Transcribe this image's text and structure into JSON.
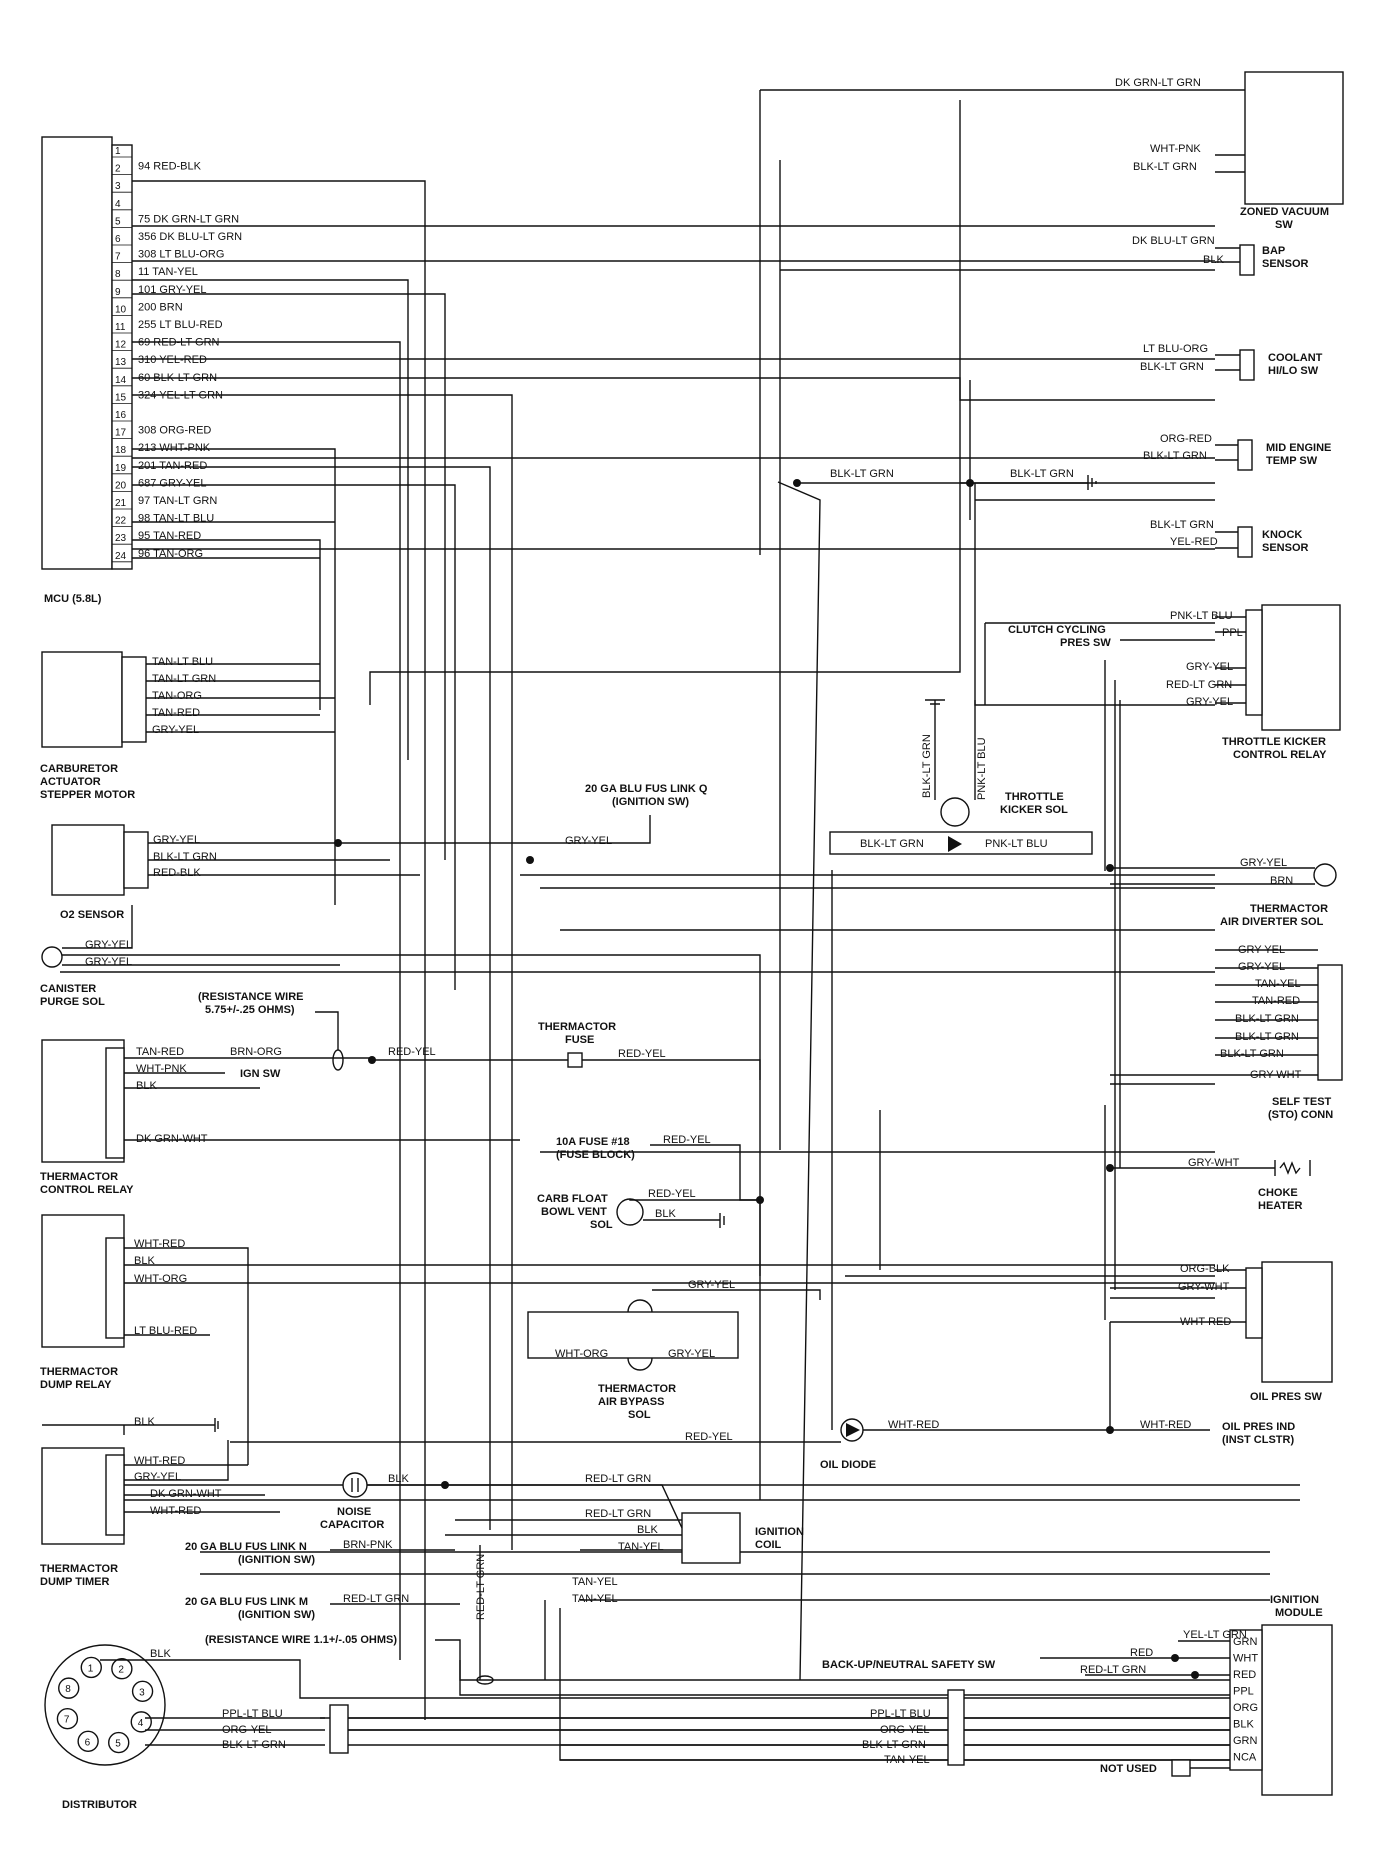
{
  "mcu": {
    "label": "MCU (5.8L)",
    "pins": [
      "1",
      "2",
      "3",
      "4",
      "5",
      "6",
      "7",
      "8",
      "9",
      "10",
      "11",
      "12",
      "13",
      "14",
      "15",
      "16",
      "17",
      "18",
      "19",
      "20",
      "21",
      "22",
      "23",
      "24"
    ],
    "wires": [
      {
        "pin": 2,
        "label": "94 RED-BLK"
      },
      {
        "pin": 5,
        "label": "75 DK GRN-LT GRN"
      },
      {
        "pin": 6,
        "label": "356 DK BLU-LT GRN"
      },
      {
        "pin": 7,
        "label": "308 LT BLU-ORG"
      },
      {
        "pin": 8,
        "label": "11 TAN-YEL"
      },
      {
        "pin": 9,
        "label": "101 GRY-YEL"
      },
      {
        "pin": 10,
        "label": "200 BRN"
      },
      {
        "pin": 11,
        "label": "255 LT BLU-RED"
      },
      {
        "pin": 12,
        "label": "69 RED-LT GRN"
      },
      {
        "pin": 13,
        "label": "310 YEL-RED"
      },
      {
        "pin": 14,
        "label": "60 BLK-LT GRN"
      },
      {
        "pin": 15,
        "label": "324 YEL-LT GRN"
      },
      {
        "pin": 17,
        "label": "308 ORG-RED"
      },
      {
        "pin": 18,
        "label": "213 WHT-PNK"
      },
      {
        "pin": 19,
        "label": "201 TAN-RED"
      },
      {
        "pin": 20,
        "label": "687 GRY-YEL"
      },
      {
        "pin": 21,
        "label": "97 TAN-LT GRN"
      },
      {
        "pin": 22,
        "label": "98 TAN-LT BLU"
      },
      {
        "pin": 23,
        "label": "95 TAN-RED"
      },
      {
        "pin": 24,
        "label": "96 TAN-ORG"
      }
    ]
  },
  "components": {
    "zoned_vacuum": {
      "name": [
        "ZONED VACUUM",
        "SW"
      ],
      "wires": [
        "DK GRN-LT GRN",
        "WHT-PNK",
        "BLK-LT GRN"
      ]
    },
    "bap": {
      "name": [
        "BAP",
        "SENSOR"
      ],
      "wires": [
        "DK BLU-LT GRN",
        "BLK"
      ]
    },
    "coolant": {
      "name": [
        "COOLANT",
        "HI/LO SW"
      ],
      "wires": [
        "LT BLU-ORG",
        "BLK-LT GRN"
      ]
    },
    "mid_engine": {
      "name": [
        "MID ENGINE",
        "TEMP SW"
      ],
      "wires": [
        "ORG-RED",
        "BLK-LT GRN"
      ]
    },
    "ground_splice": {
      "wires": [
        "BLK-LT GRN",
        "BLK-LT GRN"
      ]
    },
    "knock": {
      "name": [
        "KNOCK",
        "SENSOR"
      ],
      "wires": [
        "BLK-LT GRN",
        "YEL-RED"
      ]
    },
    "throttle_kicker_relay": {
      "name": [
        "THROTTLE KICKER",
        "CONTROL RELAY"
      ],
      "wires": [
        "PNK-LT BLU",
        "PPL",
        "GRY-YEL",
        "RED-LT GRN",
        "GRY-YEL"
      ]
    },
    "clutch_cycling": {
      "name": [
        "CLUTCH CYCLING",
        "PRES SW"
      ]
    },
    "throttle_kicker_sol": {
      "name": [
        "THROTTLE",
        "KICKER SOL"
      ],
      "wires": [
        "BLK-LT GRN",
        "PNK-LT BLU",
        "BLK-LT GRN",
        "PNK-LT BLU"
      ]
    },
    "carb_actuator": {
      "name": [
        "CARBURETOR",
        "ACTUATOR",
        "STEPPER MOTOR"
      ],
      "wires": [
        "TAN-LT BLU",
        "TAN-LT GRN",
        "TAN-ORG",
        "TAN-RED",
        "GRY-YEL"
      ]
    },
    "fus_link_q": {
      "name": [
        "20 GA BLU FUS LINK Q",
        "(IGNITION SW)"
      ],
      "wire": "GRY-YEL"
    },
    "o2_sensor": {
      "name": [
        "O2 SENSOR"
      ],
      "wires": [
        "GRY-YEL",
        "BLK-LT GRN",
        "RED-BLK"
      ]
    },
    "thermactor_diverter": {
      "name": [
        "THERMACTOR",
        "AIR DIVERTER SOL"
      ],
      "wires": [
        "GRY-YEL",
        "BRN"
      ]
    },
    "canister": {
      "name": [
        "CANISTER",
        "PURGE SOL"
      ],
      "wires": [
        "GRY-YEL",
        "GRY-YEL"
      ]
    },
    "self_test": {
      "name": [
        "SELF TEST",
        "(STO) CONN"
      ],
      "wires": [
        "GRY-YEL",
        "GRY-YEL",
        "TAN-YEL",
        "TAN-RED",
        "BLK-LT GRN",
        "BLK-LT GRN",
        "BLK-LT GRN",
        "GRY-WHT"
      ]
    },
    "resistance_wire_1": {
      "name": [
        "(RESISTANCE WIRE",
        "5.75+/-.25 OHMS)"
      ]
    },
    "thermactor_fuse": {
      "name": [
        "THERMACTOR",
        "FUSE"
      ],
      "wire": "RED-YEL"
    },
    "thermactor_control": {
      "name": [
        "THERMACTOR",
        "CONTROL RELAY"
      ],
      "wires": [
        "TAN-RED",
        "WHT-PNK",
        "BLK",
        "DK GRN-WHT",
        "BRN-ORG",
        "RED-YEL"
      ],
      "ign_sw": "IGN SW"
    },
    "fuse_18": {
      "name": [
        "10A FUSE #18",
        "(FUSE BLOCK)"
      ],
      "wire": "RED-YEL"
    },
    "carb_float": {
      "name": [
        "CARB FLOAT",
        "BOWL VENT",
        "SOL"
      ],
      "wires": [
        "RED-YEL",
        "BLK"
      ]
    },
    "choke": {
      "name": [
        "CHOKE",
        "HEATER"
      ],
      "wire": "GRY-WHT"
    },
    "thermactor_dump_relay": {
      "name": [
        "THERMACTOR",
        "DUMP RELAY"
      ],
      "wires": [
        "WHT-RED",
        "BLK",
        "WHT-ORG",
        "LT BLU-RED"
      ]
    },
    "air_bypass": {
      "name": [
        "THERMACTOR",
        "AIR BYPASS",
        "SOL"
      ],
      "wires": [
        "GRY-YEL",
        "WHT-ORG",
        "GRY-YEL"
      ]
    },
    "oil_pres": {
      "name": [
        "OIL PRES SW"
      ],
      "wires": [
        "ORG-BLK",
        "GRY-WHT",
        "WHT-RED"
      ]
    },
    "oil_diode": {
      "name": [
        "OIL DIODE"
      ],
      "wires": [
        "RED-YEL",
        "WHT-RED"
      ]
    },
    "oil_ind": {
      "name": [
        "OIL PRES IND",
        "(INST CLSTR)"
      ],
      "wire": "WHT-RED"
    },
    "dump_timer": {
      "name": [
        "THERMACTOR",
        "DUMP TIMER"
      ],
      "wires": [
        "BLK",
        "WHT-RED",
        "GRY-YEL",
        "DK GRN-WHT",
        "WHT-RED"
      ]
    },
    "noise_cap": {
      "name": [
        "NOISE",
        "CAPACITOR"
      ],
      "wire": "BLK"
    },
    "ignition_coil": {
      "name": [
        "IGNITION",
        "COIL"
      ],
      "wires": [
        "RED-LT GRN",
        "RED-LT GRN",
        "BLK",
        "TAN-YEL"
      ]
    },
    "fus_link_n": {
      "name": [
        "20 GA BLU FUS LINK N",
        "(IGNITION SW)"
      ],
      "wire": "BRN-PNK"
    },
    "fus_link_m": {
      "name": [
        "20 GA BLU FUS LINK M",
        "(IGNITION SW)"
      ],
      "wire": "RED-LT GRN"
    },
    "vertical_labels": {
      "red_lt_grn": "RED-LT GRN",
      "tan_yel_1": "TAN-YEL",
      "tan_yel_2": "TAN-YEL"
    },
    "resistance_wire_2": {
      "name": [
        "(RESISTANCE WIRE 1.1+/-.05 OHMS)"
      ]
    },
    "ignition_module": {
      "name": [
        "IGNITION",
        "MODULE"
      ],
      "pins": [
        "GRN",
        "WHT",
        "RED",
        "PPL",
        "ORG",
        "BLK",
        "GRN",
        "NCA"
      ],
      "yel_lt_grn": "YEL-LT GRN"
    },
    "backup_sw": {
      "name": [
        "BACK-UP/NEUTRAL SAFETY SW"
      ],
      "wires": [
        "RED",
        "RED-LT GRN"
      ]
    },
    "distributor": {
      "name": [
        "DISTRIBUTOR"
      ],
      "pins": [
        "1",
        "2",
        "3",
        "4",
        "5",
        "6",
        "7",
        "8"
      ],
      "wires": [
        "BLK",
        "PPL-LT BLU",
        "ORG-YEL",
        "BLK-LT GRN"
      ]
    },
    "dist_harness": {
      "wires": [
        "PPL-LT BLU",
        "ORG-YEL",
        "BLK-LT GRN",
        "TAN-YEL"
      ]
    },
    "not_used": {
      "name": [
        "NOT USED"
      ]
    }
  }
}
